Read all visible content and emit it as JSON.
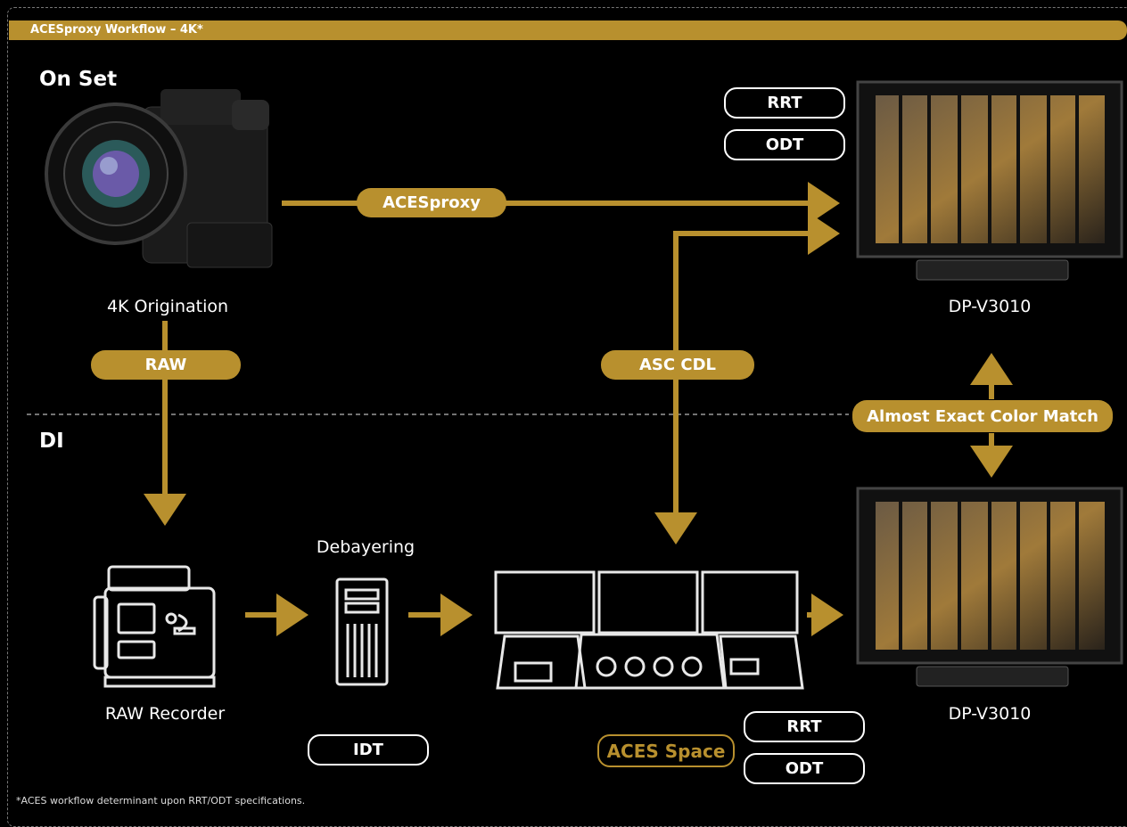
{
  "header": {
    "title": "ACESproxy Workflow – 4K*"
  },
  "sections": {
    "on_set": "On Set",
    "di": "DI"
  },
  "captions": {
    "camera": "4K Origination",
    "monitor_top": "DP-V3010",
    "monitor_bottom": "DP-V3010",
    "debayering": "Debayering",
    "recorder": "RAW Recorder"
  },
  "labels": {
    "acesproxy": "ACESproxy",
    "raw": "RAW",
    "asc_cdl": "ASC CDL",
    "color_match": "Almost Exact Color Match",
    "rrt_top": "RRT",
    "odt_top": "ODT",
    "idt": "IDT",
    "aces_space": "ACES Space",
    "rrt_bottom": "RRT",
    "odt_bottom": "ODT"
  },
  "footnote": "*ACES workflow determinant upon RRT/ODT specifications.",
  "colors": {
    "accent": "#b8902e",
    "background": "#000000",
    "text": "#ffffff"
  }
}
